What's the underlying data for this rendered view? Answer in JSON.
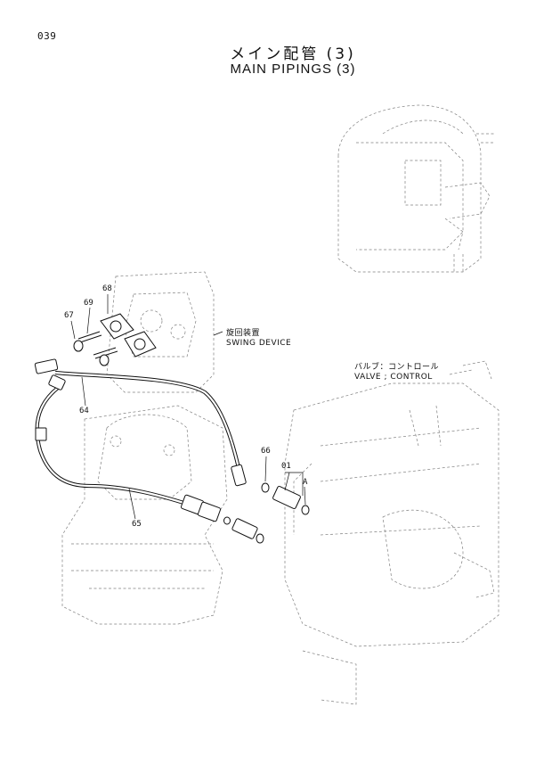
{
  "page": {
    "number": "039"
  },
  "title": {
    "japanese": "メイン配管 (3)",
    "english": "MAIN PIPINGS (3)"
  },
  "callouts": {
    "swing_device": {
      "jp": "旋回装置",
      "en": "SWING DEVICE"
    },
    "valve_control": {
      "jp": "バルブ：コントロール",
      "en": "VALVE ; CONTROL"
    }
  },
  "parts": {
    "p67": "67",
    "p68": "68",
    "p69": "69",
    "p64": "64",
    "p65": "65",
    "p66": "66",
    "p01": "01",
    "pA": "A"
  }
}
